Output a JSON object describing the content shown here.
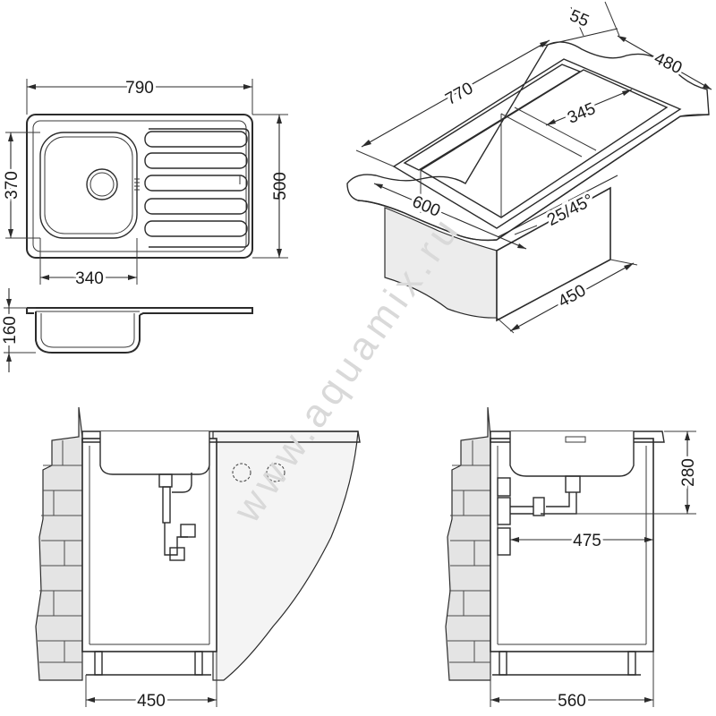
{
  "top_view": {
    "width": "790",
    "depth": "500",
    "bowl_depth": "370",
    "bowl_width": "340"
  },
  "side_view": {
    "height": "160"
  },
  "iso_view": {
    "length": "770",
    "flange": "55",
    "cabinet_depth": "480",
    "bowl_width": "345",
    "cutout": "600",
    "angle": "25/45°",
    "cabinet_width": "450"
  },
  "front_install": {
    "cabinet_width": "450"
  },
  "side_install": {
    "drain_height": "280",
    "drain_offset": "475",
    "cabinet_depth": "560"
  },
  "watermark": "www.aquamix.ru"
}
